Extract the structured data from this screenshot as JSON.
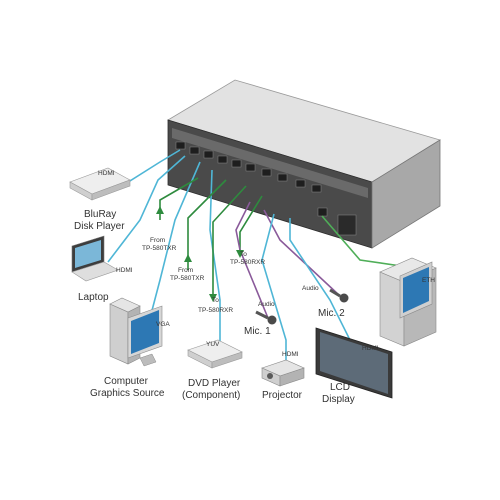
{
  "colors": {
    "hdmi": "#4fb6d6",
    "vga": "#4fb6d6",
    "yuv": "#4fb6d6",
    "audio": "#8a5a9a",
    "tp": "#2e8b3e",
    "eth": "#4fae58",
    "chassis": "#d8d8d8",
    "chassis_dark": "#8c8c8c"
  },
  "cable_labels": {
    "bluray_hdmi": "HDMI",
    "laptop_hdmi": "HDMI",
    "vga": "VGA",
    "yuv": "YUV",
    "from_tp1_a": "From",
    "from_tp1_b": "TP-580TXR",
    "from_tp2_a": "From",
    "from_tp2_b": "TP-580TXR",
    "to_tp1_a": "To",
    "to_tp1_b": "TP-580RXR",
    "to_tp2_a": "To",
    "to_tp2_b": "TP-580RXR",
    "audio1": "Audio",
    "audio2": "Audio",
    "proj_hdmi": "HDMI",
    "lcd_hdmi": "HDMI",
    "eth": "ETH"
  },
  "devices": {
    "bluray_1": "BluRay",
    "bluray_2": "Disk Player",
    "laptop": "Laptop",
    "computer_1": "Computer",
    "computer_2": "Graphics Source",
    "dvd_1": "DVD Player",
    "dvd_2": "(Component)",
    "mic1": "Mic. 1",
    "mic2": "Mic. 2",
    "projector": "Projector",
    "lcd_1": "LCD",
    "lcd_2": "Display"
  }
}
